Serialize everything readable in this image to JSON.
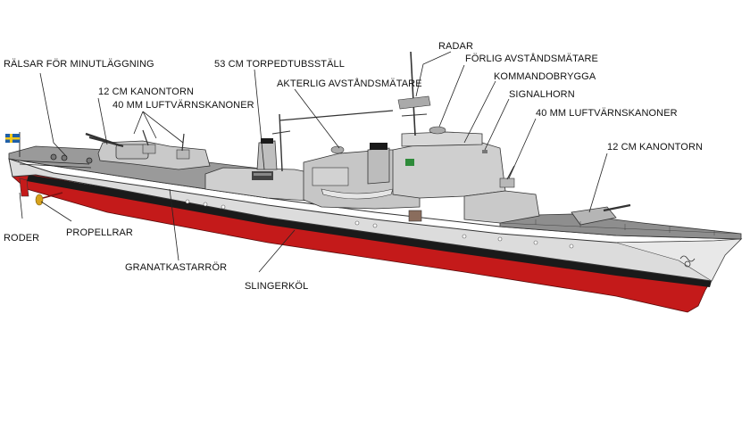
{
  "labels": {
    "radar": "RADAR",
    "forlig_avstandsmatare": "FÖRLIG AVSTÅNDSMÄTARE",
    "kommandobrygga": "KOMMANDOBRYGGA",
    "signalhorn": "SIGNALHORN",
    "luftvarnskanoner_fore": "40 MM LUFTVÄRNSKANONER",
    "kanontorn_fore": "12 CM KANONTORN",
    "rälsar": "RÄLSAR FÖR MINUTLÄGGNING",
    "torpedtubsstall": "53 CM TORPEDTUBSSTÄLL",
    "akterlig_avstandsmatare": "AKTERLIG AVSTÅNDSMÄTARE",
    "kanontorn_aft": "12 CM KANONTORN",
    "luftvarnskanoner_aft": "40 MM LUFTVÄRNSKANONER",
    "roder": "RODER",
    "propellrar": "PROPELLRAR",
    "granatkastarror": "GRANATKASTARRÖR",
    "slingerkol": "SLINGERKÖL"
  },
  "colors": {
    "hull_grey": "#d9d9d9",
    "superstructure_grey": "#c6c6c6",
    "boot_top": "#1a1a1a",
    "antifouling_red": "#c41a1a",
    "flag_blue": "#1f5fa8",
    "flag_yellow": "#f3c81a",
    "propeller_gold": "#d7a21c"
  }
}
